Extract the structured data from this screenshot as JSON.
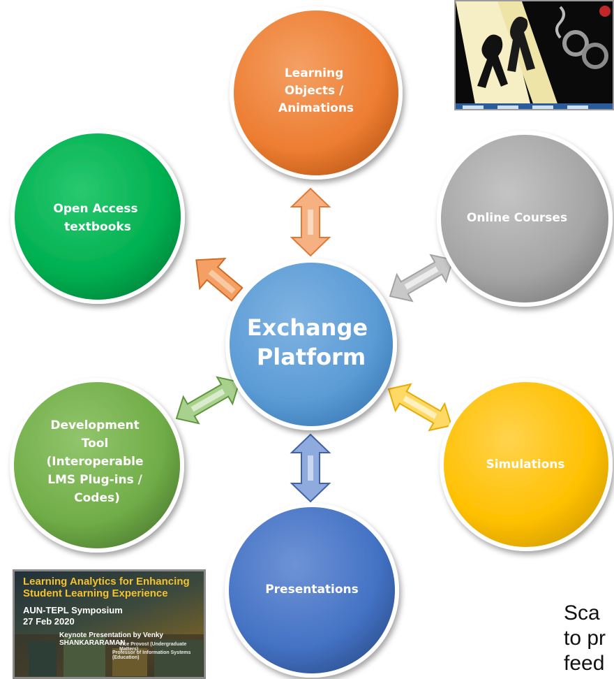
{
  "center": {
    "line1": "Exchange",
    "line2": "Platform"
  },
  "nodes": {
    "learning_objects": [
      "Learning",
      "Objects /",
      "Animations"
    ],
    "online_courses": [
      "Online Courses"
    ],
    "simulations": [
      "Simulations"
    ],
    "presentations": [
      "Presentations"
    ],
    "development_tool": [
      "Development",
      "Tool",
      "(Interoperable",
      "LMS Plug-ins /",
      "Codes)"
    ],
    "open_access": [
      "Open Access",
      "textbooks"
    ]
  },
  "colors": {
    "orange": "#ed7d31",
    "gray": "#a5a5a5",
    "yellow": "#ffc000",
    "blue": "#4472c4",
    "green_light": "#70ad47",
    "green": "#00b050",
    "center": "#5b9bd5"
  },
  "caption": {
    "line1": "Sca",
    "line2": "to pr",
    "line3": "feed"
  },
  "poster": {
    "title": "Learning Analytics for Enhancing Student Learning Experience",
    "event": "AUN-TEPL Symposium",
    "date": "27 Feb 2020",
    "keynote": "Keynote Presentation by Venky SHANKARARAMAN",
    "role": "Vice Provost (Undergraduate Matters)",
    "role2": "Professor of Information Systems (Education)"
  },
  "icons": {
    "top_thumbnail": "cartoon-image-icon",
    "bottom_thumbnail": "presentation-poster-icon"
  }
}
